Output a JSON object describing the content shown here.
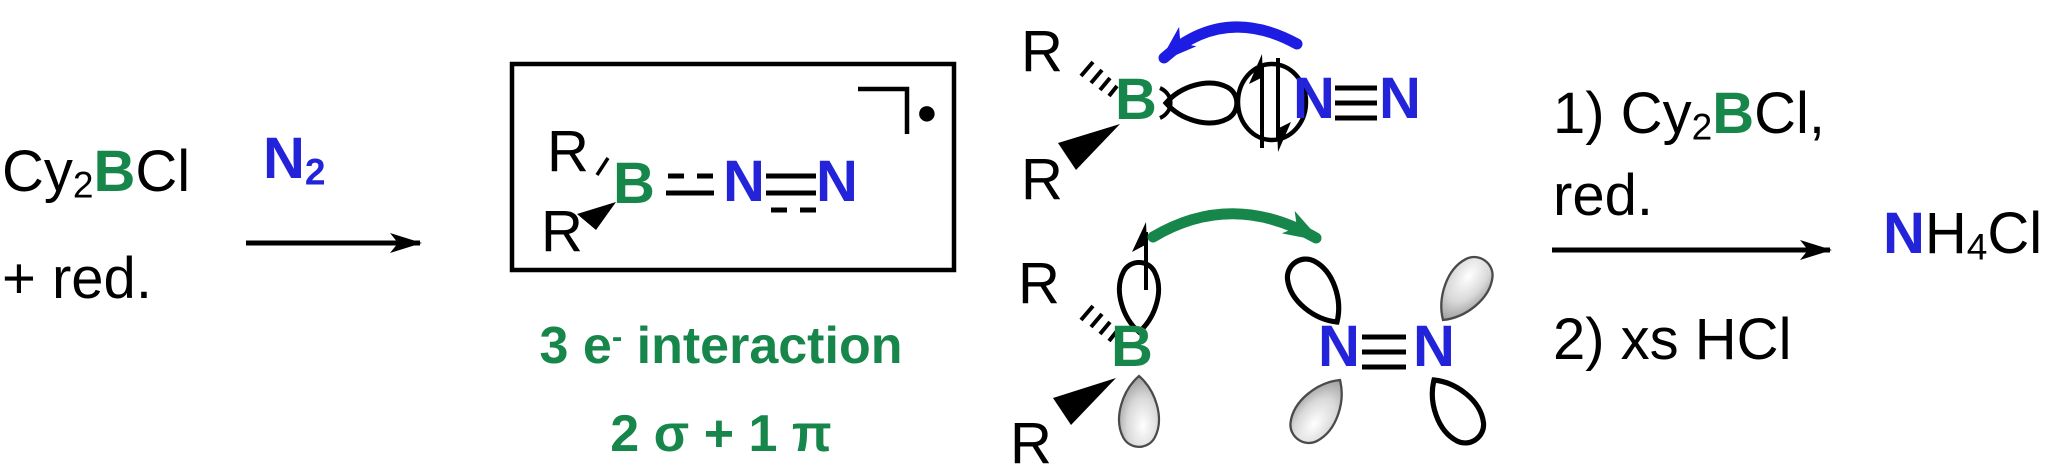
{
  "colors": {
    "green": "#17864B",
    "blue": "#2323D9",
    "black": "#000000",
    "arrow_blue": "#1C1CE2",
    "arrow_green": "#17864B"
  },
  "reactant": {
    "prefix": "Cy",
    "subscript": "2",
    "boron": "B",
    "suffix": "Cl",
    "second_line": "+ red."
  },
  "arrow1": {
    "label_n": "N",
    "label_sub": "2"
  },
  "box": {
    "r_top": "R",
    "r_bottom": "R",
    "boron": "B",
    "n_inner": "N",
    "n_outer": "N",
    "radical_symbol": "●"
  },
  "caption": {
    "line1_prefix": "3 e",
    "line1_sup": "-",
    "line1_suffix": " interaction",
    "line2": "2 σ + 1 π"
  },
  "top_diagram": {
    "r_top": "R",
    "r_bottom": "R",
    "boron": "B",
    "n_left": "N",
    "n_right": "N"
  },
  "bottom_diagram": {
    "r_top": "R",
    "r_bottom": "R",
    "boron": "B",
    "n_left": "N",
    "n_right": "N"
  },
  "step2": {
    "line1_prefix": "1) Cy",
    "line1_sub": "2",
    "line1_boron": "B",
    "line1_suffix": "Cl,",
    "line2": "red.",
    "line3": "2) xs HCl"
  },
  "product": {
    "nitrogen": "N",
    "h": "H",
    "subscript": "4",
    "cl": "Cl"
  }
}
